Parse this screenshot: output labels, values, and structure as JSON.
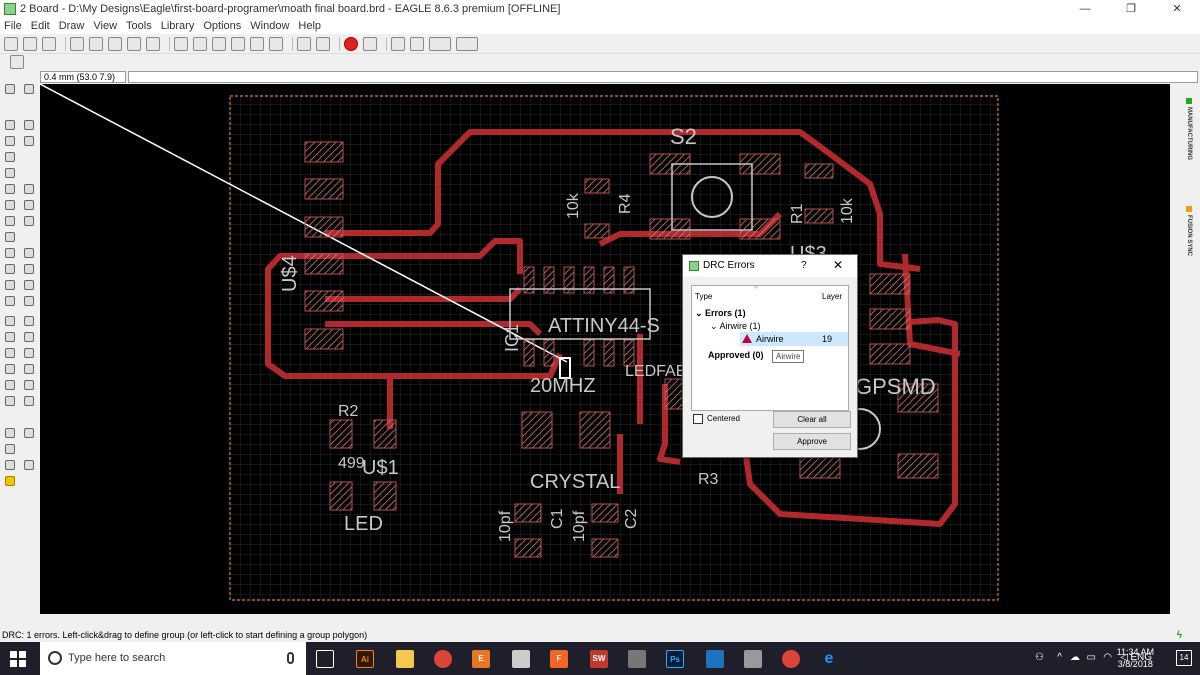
{
  "window": {
    "title": "2 Board - D:\\My Designs\\Eagle\\first-board-programer\\moath final board.brd - EAGLE 8.6.3 premium [OFFLINE]",
    "buttons": [
      "—",
      "❐",
      "✕"
    ]
  },
  "menu": [
    "File",
    "Edit",
    "Draw",
    "View",
    "Tools",
    "Library",
    "Options",
    "Window",
    "Help"
  ],
  "command_bar": {
    "coord": "0.4 mm (53.0 7.9)",
    "value": ""
  },
  "board": {
    "silk_labels": [
      {
        "id": "s2",
        "text": "S2"
      },
      {
        "id": "r4",
        "text": "R4"
      },
      {
        "id": "r4v",
        "text": "10k"
      },
      {
        "id": "r1",
        "text": "R1"
      },
      {
        "id": "r1v",
        "text": "10k"
      },
      {
        "id": "us3",
        "text": "U$3"
      },
      {
        "id": "us4",
        "text": "U$4"
      },
      {
        "id": "ic1",
        "text": "IC1"
      },
      {
        "id": "attiny",
        "text": "ATTINY44-S"
      },
      {
        "id": "mhz",
        "text": "20MHZ"
      },
      {
        "id": "ledfab",
        "text": "LEDFAB"
      },
      {
        "id": "r2",
        "text": "R2"
      },
      {
        "id": "r2v",
        "text": "499"
      },
      {
        "id": "us1",
        "text": "U$1"
      },
      {
        "id": "led",
        "text": "LED"
      },
      {
        "id": "crystal",
        "text": "CRYSTAL"
      },
      {
        "id": "c1",
        "text": "C1"
      },
      {
        "id": "c1v",
        "text": "10pf"
      },
      {
        "id": "c2",
        "text": "C2"
      },
      {
        "id": "c2v",
        "text": "10pf"
      },
      {
        "id": "r3",
        "text": "R3"
      },
      {
        "id": "gpsmd",
        "text": "GPSMD"
      }
    ]
  },
  "drc_dialog": {
    "title": "DRC Errors",
    "help": "?",
    "close": "✕",
    "col_type": "Type",
    "col_layer": "Layer",
    "errors": "Errors (1)",
    "airwire_group": "Airwire (1)",
    "airwire_item": "Airwire",
    "airwire_layer": "19",
    "approved": "Approved (0)",
    "tooltip": "Airwire",
    "centered_label": "Centered",
    "clear_all": "Clear all",
    "approve": "Approve"
  },
  "right_tabs": [
    "MANUFACTURING",
    "FUSION SYNC"
  ],
  "status": "DRC: 1 errors. Left-click&drag to define group (or left-click to start defining a group polygon)",
  "taskbar": {
    "search_placeholder": "Type here to search",
    "language": "ENG",
    "time": "11:34 AM",
    "date": "3/8/2018",
    "notifications": "14",
    "apps": [
      "Ai",
      "",
      "",
      "E",
      "F",
      "SW",
      "",
      "Ps",
      "",
      "",
      "",
      "e"
    ]
  },
  "colors": {
    "trace": "#b0292c",
    "pad": "#b85050",
    "silk": "#c8c8c8",
    "board_outline": "#e07a2a",
    "grid": "#2a2a2a"
  }
}
